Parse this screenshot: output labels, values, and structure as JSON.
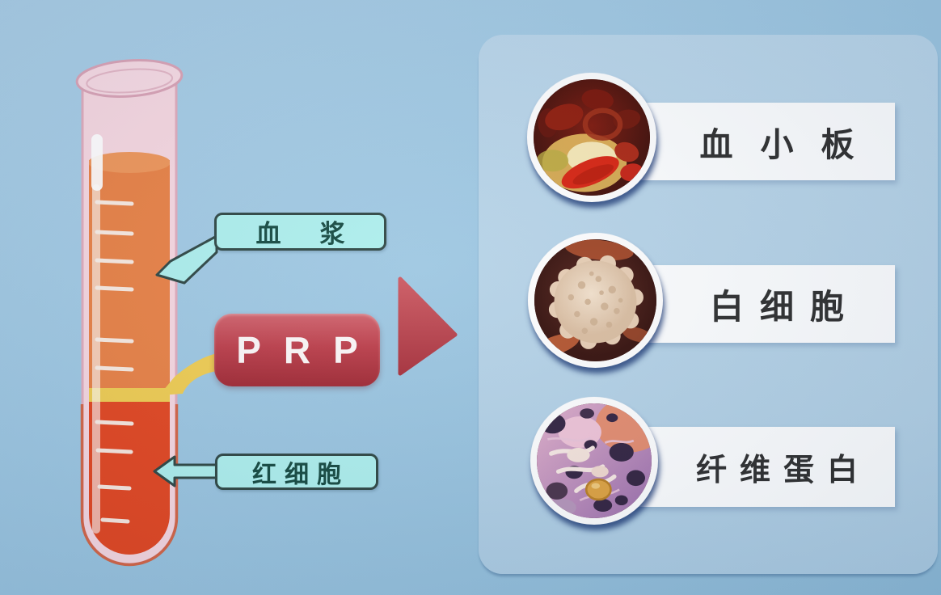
{
  "tube": {
    "plasma_label": "血浆",
    "rbc_label": "红细胞",
    "layers": [
      {
        "id": "plasma",
        "color": "#e87f42"
      },
      {
        "id": "buffy-coat-prp",
        "color": "#efcb4f"
      },
      {
        "id": "red-blood-cells",
        "color": "#e2431d"
      }
    ]
  },
  "prp": {
    "box_label": "PRP"
  },
  "panel": {
    "items": [
      {
        "id": "platelets",
        "label": "血小板"
      },
      {
        "id": "white-blood-cells",
        "label": "白细胞"
      },
      {
        "id": "fibrin",
        "label": "纤维蛋白"
      }
    ]
  },
  "colors": {
    "background": "#9cc6e1",
    "panel": "#b4d1e6",
    "cyan_label_bg": "#aceeec",
    "cyan_label_border": "#2c4441",
    "cyan_label_text": "#12473e",
    "prp_box": "#b03540",
    "arrow_red": "#bb434c",
    "plasma_orange": "#e87f42",
    "buffy_yellow": "#efcb4f",
    "rbc_red": "#e2431d",
    "glass_pink": "#f5d2dc",
    "strip_white": "#fcfdfe",
    "panel_text": "#2c2c2c",
    "ring_shadow_navy": "#18346f"
  }
}
